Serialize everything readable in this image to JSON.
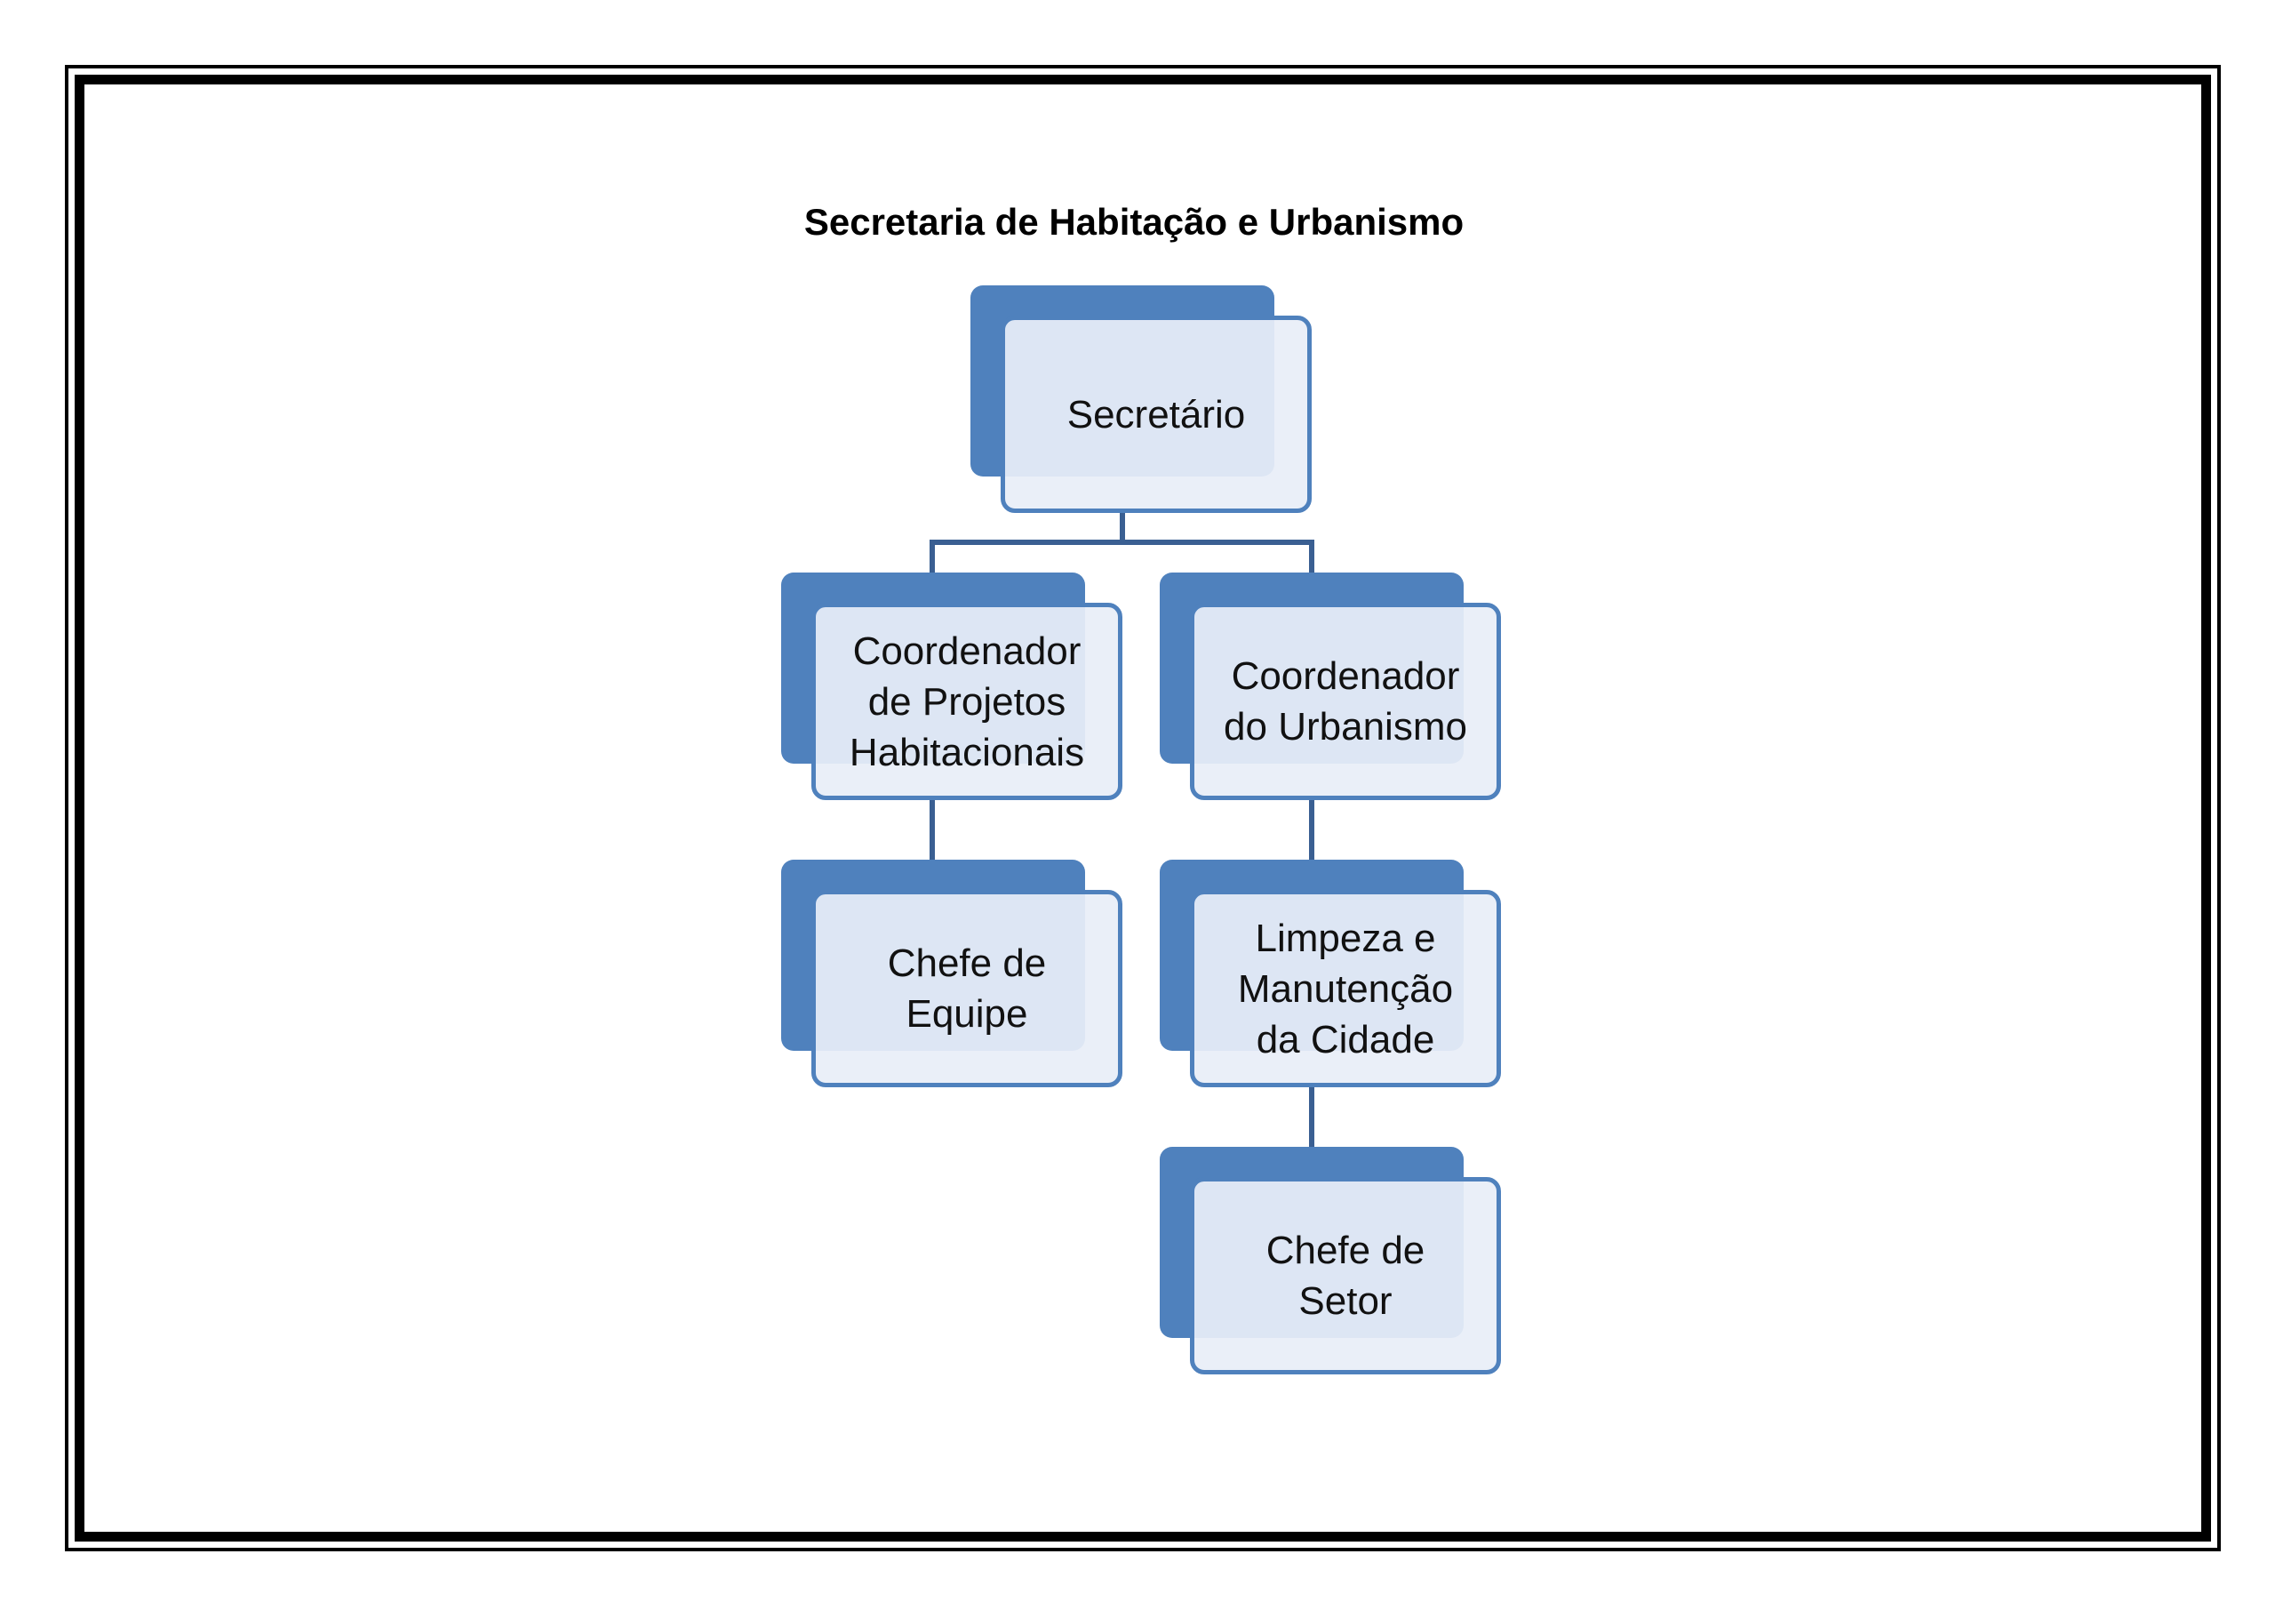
{
  "title": "Secretaria de Habitação e Urbanismo",
  "colors": {
    "box_fill_dark": "#4f81bd",
    "box_fill_light": "#e8eef7",
    "box_border": "#4f81bd",
    "connector": "#3a5f92",
    "frame": "#000000"
  },
  "nodes": {
    "secretario": "Secretário",
    "coord_projetos": "Coordenador\nde Projetos\nHabitacionais",
    "coord_urbanismo": "Coordenador\ndo Urbanismo",
    "chefe_equipe": "Chefe de\nEquipe",
    "limpeza": "Limpeza e\nManutenção\nda Cidade",
    "chefe_setor": "Chefe de\nSetor"
  },
  "edges": [
    [
      "secretario",
      "coord_projetos"
    ],
    [
      "secretario",
      "coord_urbanismo"
    ],
    [
      "coord_projetos",
      "chefe_equipe"
    ],
    [
      "coord_urbanismo",
      "limpeza"
    ],
    [
      "limpeza",
      "chefe_setor"
    ]
  ]
}
